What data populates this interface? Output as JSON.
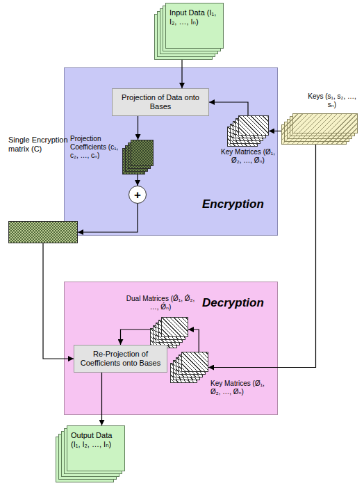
{
  "diagram": {
    "nodes": [
      {
        "text": [
          "Input Data (I₁, I₂, …, Iₙ)"
        ]
      },
      {
        "text": [
          "Encryption"
        ]
      },
      {
        "text": [
          "Projection of Data onto Bases"
        ],
        "in": 1
      },
      {
        "text": [
          "Projection Coefficients (c₁, c₂, …, cₙ)"
        ],
        "in": 1
      },
      {
        "text": [
          "Key Matrices (Ø₁, Ø₂, …, Øₙ)"
        ],
        "in": 1
      },
      {
        "text": [
          "+"
        ],
        "in": 1
      },
      {
        "text": [
          "Keys (s₁, s₂, …, sₙ)"
        ]
      },
      {
        "text": [
          "Single Encryption matrix (C)"
        ]
      },
      {
        "text": [
          "Decryption"
        ]
      },
      {
        "text": [
          "Dual Matrices (Ǿ₁, Ǿ₂, …, Ǿₙ)"
        ],
        "in": 8
      },
      {
        "text": [
          "Key Matrices (Ø₁, Ø₂, …, Øₙ)"
        ],
        "in": 8
      },
      {
        "text": [
          "Re-Projection of Coefficients onto Bases"
        ],
        "in": 8
      },
      {
        "text": [
          "Output Data (I₁, I₂, …, Iₙ)"
        ]
      }
    ],
    "edges": [
      {
        "from": 0,
        "to": 2,
        "arrow": "to"
      },
      {
        "from": 4,
        "to": 2,
        "arrow": "to"
      },
      {
        "from": 2,
        "to": 3,
        "arrow": "to"
      },
      {
        "from": 3,
        "to": 5,
        "arrow": "to"
      },
      {
        "from": 6,
        "to": 4,
        "arrow": "to"
      },
      {
        "from": 5,
        "to": 7,
        "arrow": "to"
      },
      {
        "from": 6,
        "to": 10,
        "arrow": "to"
      },
      {
        "from": 7,
        "to": 11,
        "arrow": "to"
      },
      {
        "from": 10,
        "to": 9,
        "arrow": "to"
      },
      {
        "from": 9,
        "to": 11,
        "arrow": "to"
      },
      {
        "from": 11,
        "to": 12,
        "arrow": "to"
      }
    ]
  }
}
